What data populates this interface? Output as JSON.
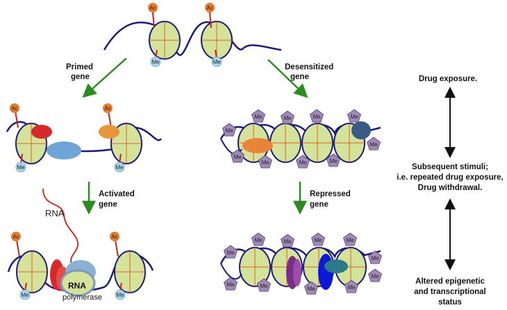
{
  "labels": {
    "primed_line1": "Primed",
    "primed_line2": "gene",
    "desensitized_line1": "Desensitized",
    "desensitized_line2": "gene",
    "activated_line1": "Activated",
    "activated_line2": "gene",
    "repressed_line1": "Repressed",
    "repressed_line2": "gene",
    "rna": "RNA",
    "rna_bold": "RNA",
    "polymerase": "polymerase"
  },
  "side_text": {
    "drug_exposure": "Drug exposure.",
    "subsequent_line1": "Subsequent stimuli;",
    "subsequent_line2": "i.e. repeated drug exposure,",
    "subsequent_line3": "Drug withdrawal.",
    "altered_line1": "Altered epigenetic",
    "altered_line2": "and transcriptional",
    "altered_line3": "status"
  },
  "marks": {
    "acetyl": "Ac",
    "methyl": "Me"
  },
  "colors": {
    "histone_fill": "#d4e29a",
    "dna": "#1a1a7a",
    "arrow_green": "#2e8b22",
    "ac_fill": "#e87b2e",
    "me_fill": "#a9d6ee",
    "me_pentagon": "#a08ab8",
    "tail_red": "#c8201c"
  }
}
